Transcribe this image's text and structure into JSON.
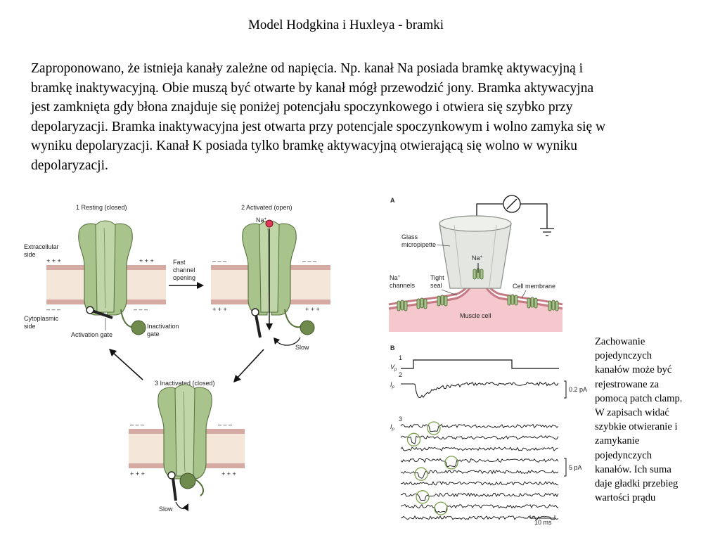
{
  "title": "Model Hodgkina i Huxleya - bramki",
  "paragraph": [
    "Zaproponowano, że istnieja kanały zależne od napięcia. Np. kanał Na posiada bramkę aktywacyjną i",
    "bramkę inaktywacyjną. Obie muszą być otwarte by kanał mógł przewodzić jony. Bramka aktywacyjna",
    "jest zamknięta gdy błona znajduje się poniżej potencjału spoczynkowego i otwiera się szybko przy",
    "depolaryzacji. Bramka inaktywacyjna jest otwarta przy potencjale spoczynkowym i wolno zamyka się w",
    "wyniku depolaryzacji. Kanał K posiada tylko bramkę aktywacyjną otwierającą się wolno w wyniku",
    "depolaryzacji."
  ],
  "caption": [
    "Zachowanie",
    "pojedynczych",
    "kanałów może być",
    "rejestrowane za",
    "pomocą patch clamp.",
    "W zapisach widać",
    "szybkie otwieranie i",
    "zamykanie",
    "pojedynczych",
    "kanałów. Ich suma",
    "daje gładki przebieg",
    "wartości prądu"
  ],
  "left_figure": {
    "state1": "1  Resting (closed)",
    "state2": "2  Activated (open)",
    "state3": "3  Inactivated (closed)",
    "extracellular": [
      "Extracellular",
      "side"
    ],
    "cytoplasmic": [
      "Cytoplasmic",
      "side"
    ],
    "fast_opening": [
      "Fast",
      "channel",
      "opening"
    ],
    "activation_gate": "Activation gate",
    "inactivation_gate": [
      "Inactivation",
      "gate"
    ],
    "slow": "Slow",
    "na_ion": "Na",
    "na_sup": "+",
    "plus": "+  +  +",
    "minus": "–  –  –"
  },
  "right_figure": {
    "panel_a": "A",
    "panel_b": "B",
    "glass": [
      "Glass",
      "micropipette"
    ],
    "na_label": "Na",
    "na_sup": "+",
    "na_channels": [
      "Na",
      "channels"
    ],
    "tight_seal": [
      "Tight",
      "seal"
    ],
    "cell_membrane": "Cell membrane",
    "muscle_cell": "Muscle cell",
    "trace1": "1",
    "trace2": "2",
    "trace3": "3",
    "vp": "V",
    "vp_sub": "p",
    "ip": "I",
    "ip_sub": "p",
    "scale_small": "0.2 pA",
    "scale_large": "5 pA",
    "scale_time": "10 ms"
  },
  "colors": {
    "channel_fill": "#a8c48c",
    "channel_stroke": "#55703a",
    "membrane_band": "#d4aaa3",
    "membrane_inner": "#f4e6d9",
    "ion": "#e0385a",
    "cell_fill": "#f4c8cc",
    "pipette_fill": "#e4e6e1"
  }
}
